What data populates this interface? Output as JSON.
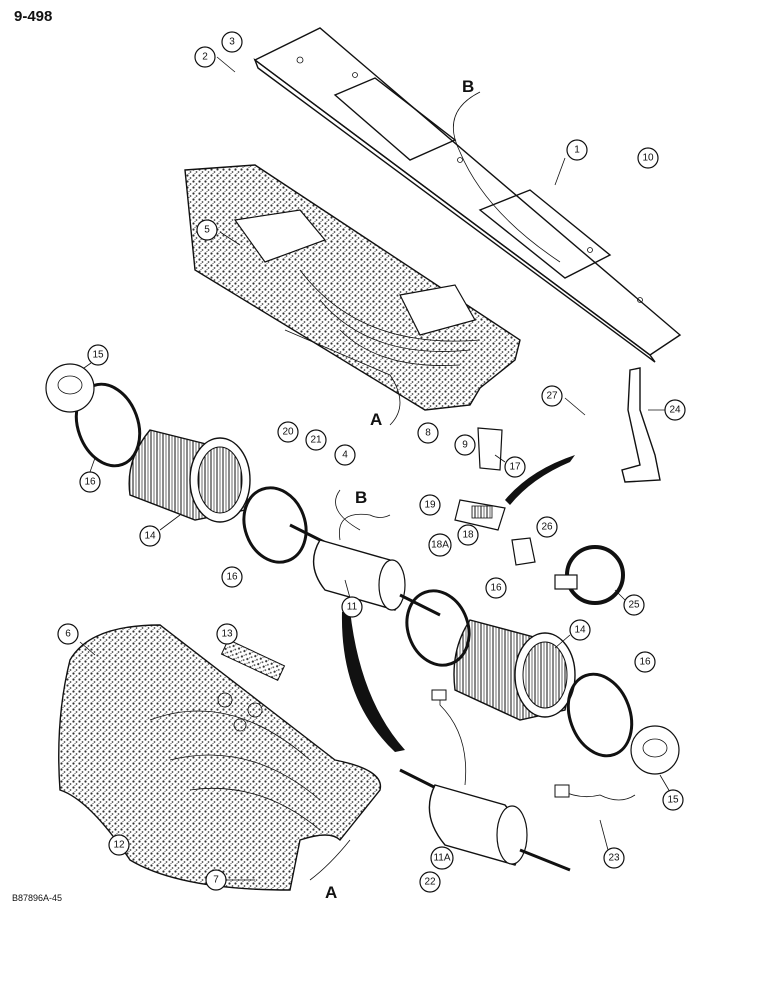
{
  "page": {
    "number": "9-498",
    "drawing_code": "B87896A-45"
  },
  "reference_letters": [
    "B",
    "A",
    "B",
    "A"
  ],
  "callouts": [
    "1",
    "2",
    "3",
    "4",
    "5",
    "6",
    "7",
    "8",
    "9",
    "10",
    "11",
    "11A",
    "12",
    "13",
    "14",
    "14",
    "15",
    "15",
    "16",
    "16",
    "16",
    "16",
    "17",
    "18",
    "18A",
    "19",
    "20",
    "21",
    "22",
    "23",
    "24",
    "25",
    "26",
    "27"
  ],
  "colors": {
    "ink": "#111111",
    "paper": "#ffffff",
    "foam": "#555555"
  }
}
